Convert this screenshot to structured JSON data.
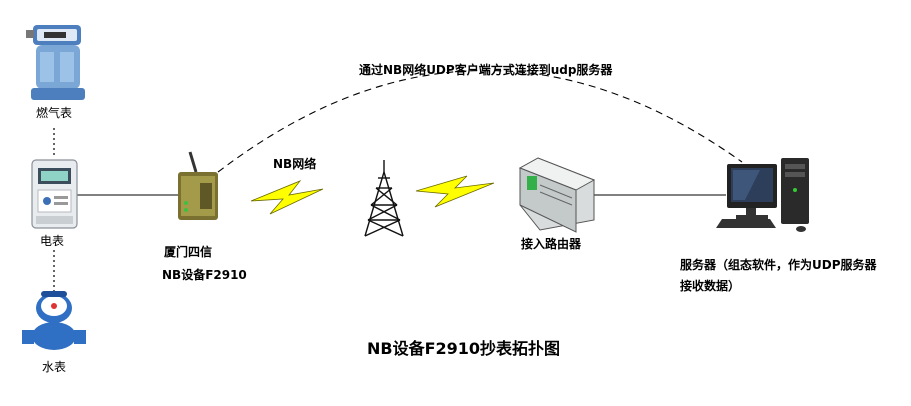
{
  "labels": {
    "gas_meter": "燃气表",
    "electric_meter": "电表",
    "water_meter": "水表",
    "device_vendor": "厦门四信",
    "device_model": "NB设备F2910",
    "nb_network": "NB网络",
    "link_description": "通过NB网络UDP客户端方式连接到udp服务器",
    "router": "接入路由器",
    "server_line1": "服务器（组态软件，作为UDP服务器",
    "server_line2": "接收数据）",
    "title": "NB设备F2910抄表拓扑图"
  },
  "colors": {
    "lightning": "#ffff00",
    "lightning_stroke": "#6a6a00",
    "water_meter_body": "#2f6fc4",
    "gas_meter_body": "#7aa7d6",
    "device_body": "#7a7030"
  }
}
